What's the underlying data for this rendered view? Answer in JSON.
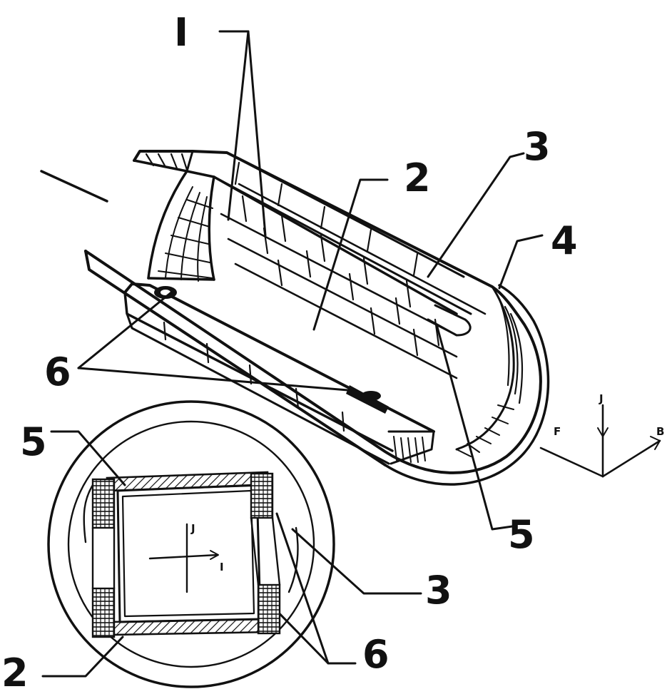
{
  "labels": {
    "part_I": "I",
    "part_2_top": "2",
    "part_3_top": "3",
    "part_4": "4",
    "part_5_left": "5",
    "part_5_right": "5",
    "part_6_left": "6",
    "part_3_bottom": "3",
    "part_2_bottom": "2",
    "part_6_bottom": "6"
  },
  "axes_main": {
    "up": "J",
    "left": "F",
    "right": "B"
  },
  "axes_section": {
    "up": "J",
    "right": "I"
  },
  "colors": {
    "ink": "#111111",
    "paper": "#ffffff"
  }
}
